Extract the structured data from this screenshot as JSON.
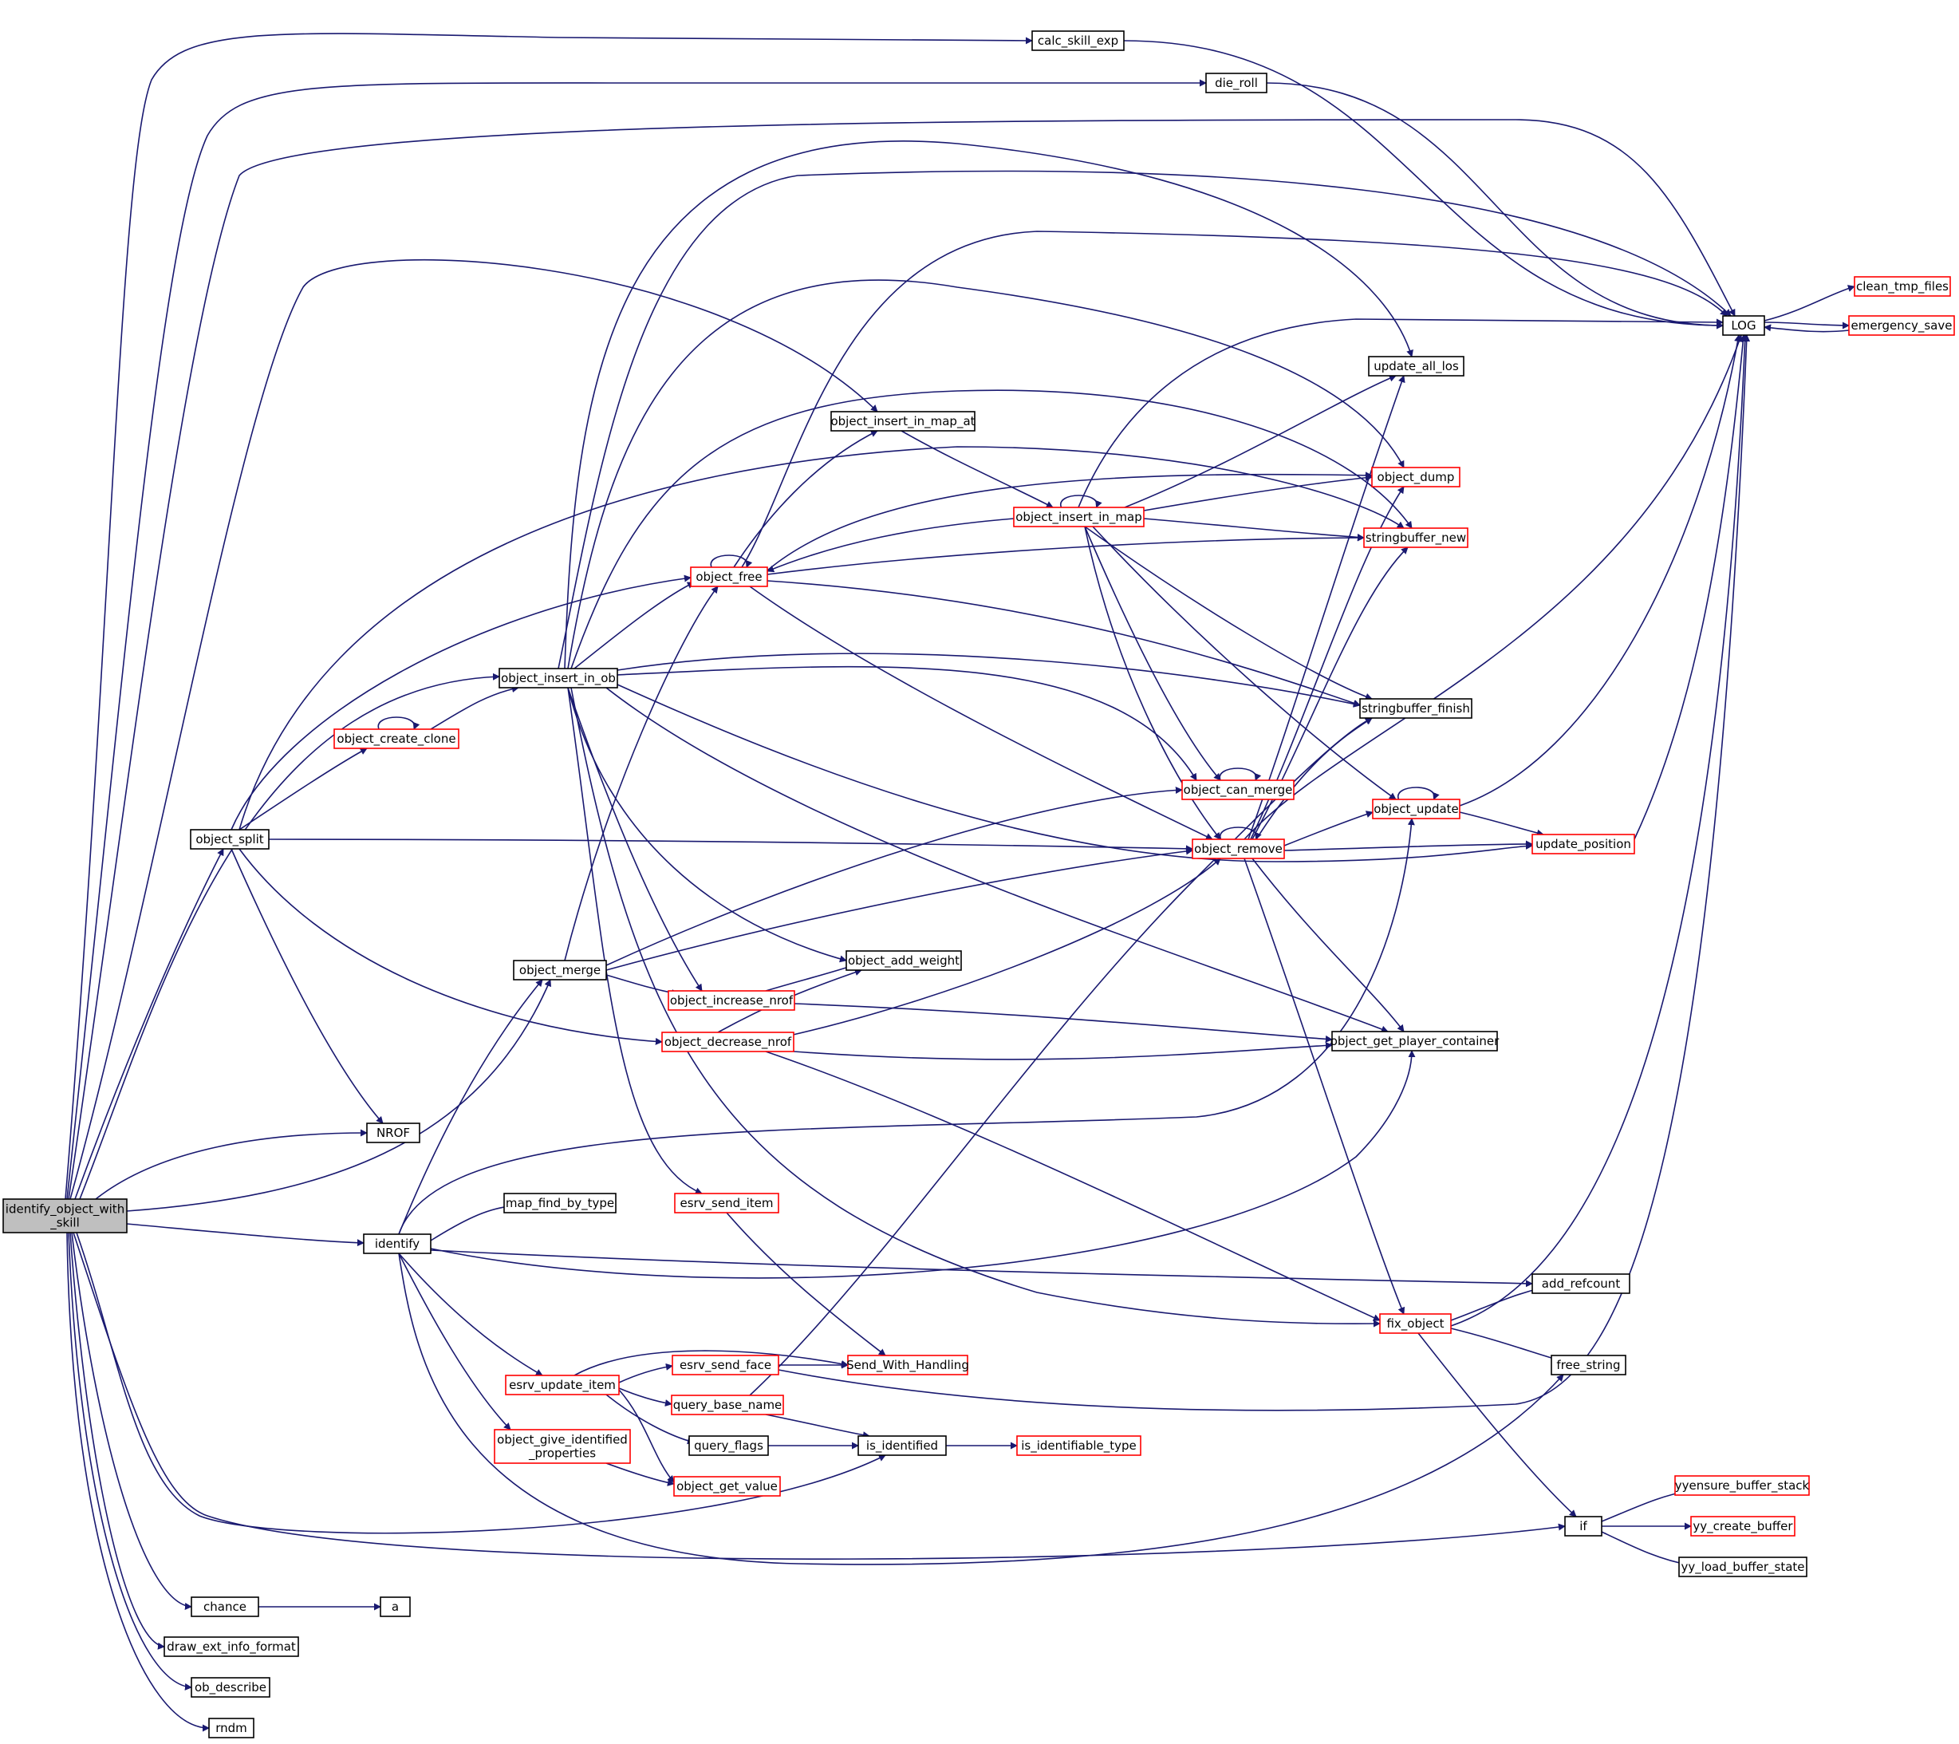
{
  "colors": {
    "edge": "#191970",
    "normal_border": "#000000",
    "truncated_border": "#ff0000",
    "root_fill": "#bfbfbf",
    "node_fill": "#ffffff"
  },
  "nodes": [
    {
      "id": "root",
      "lines": [
        "identify_object_with",
        "_skill"
      ],
      "style": "root"
    },
    {
      "id": "calc_skill_exp",
      "lines": [
        "calc_skill_exp"
      ],
      "style": "normal"
    },
    {
      "id": "die_roll",
      "lines": [
        "die_roll"
      ],
      "style": "normal"
    },
    {
      "id": "LOG",
      "lines": [
        "LOG"
      ],
      "style": "normal"
    },
    {
      "id": "clean_tmp_files",
      "lines": [
        "clean_tmp_files"
      ],
      "style": "truncated"
    },
    {
      "id": "emergency_save",
      "lines": [
        "emergency_save"
      ],
      "style": "truncated"
    },
    {
      "id": "update_all_los",
      "lines": [
        "update_all_los"
      ],
      "style": "normal"
    },
    {
      "id": "object_insert_in_map_at",
      "lines": [
        "object_insert_in_map_at"
      ],
      "style": "normal"
    },
    {
      "id": "object_dump",
      "lines": [
        "object_dump"
      ],
      "style": "truncated"
    },
    {
      "id": "object_insert_in_map",
      "lines": [
        "object_insert_in_map"
      ],
      "style": "truncated"
    },
    {
      "id": "stringbuffer_new",
      "lines": [
        "stringbuffer_new"
      ],
      "style": "truncated"
    },
    {
      "id": "object_free",
      "lines": [
        "object_free"
      ],
      "style": "truncated"
    },
    {
      "id": "object_insert_in_ob",
      "lines": [
        "object_insert_in_ob"
      ],
      "style": "normal"
    },
    {
      "id": "stringbuffer_finish",
      "lines": [
        "stringbuffer_finish"
      ],
      "style": "normal"
    },
    {
      "id": "object_create_clone",
      "lines": [
        "object_create_clone"
      ],
      "style": "truncated"
    },
    {
      "id": "object_can_merge",
      "lines": [
        "object_can_merge"
      ],
      "style": "truncated"
    },
    {
      "id": "object_update",
      "lines": [
        "object_update"
      ],
      "style": "truncated"
    },
    {
      "id": "object_split",
      "lines": [
        "object_split"
      ],
      "style": "normal"
    },
    {
      "id": "object_remove",
      "lines": [
        "object_remove"
      ],
      "style": "truncated"
    },
    {
      "id": "update_position",
      "lines": [
        "update_position"
      ],
      "style": "truncated"
    },
    {
      "id": "object_merge",
      "lines": [
        "object_merge"
      ],
      "style": "normal"
    },
    {
      "id": "object_add_weight",
      "lines": [
        "object_add_weight"
      ],
      "style": "normal"
    },
    {
      "id": "object_increase_nrof",
      "lines": [
        "object_increase_nrof"
      ],
      "style": "truncated"
    },
    {
      "id": "object_decrease_nrof",
      "lines": [
        "object_decrease_nrof"
      ],
      "style": "truncated"
    },
    {
      "id": "object_get_player_container",
      "lines": [
        "object_get_player_container"
      ],
      "style": "normal"
    },
    {
      "id": "NROF",
      "lines": [
        "NROF"
      ],
      "style": "normal"
    },
    {
      "id": "map_find_by_type",
      "lines": [
        "map_find_by_type"
      ],
      "style": "normal"
    },
    {
      "id": "esrv_send_item",
      "lines": [
        "esrv_send_item"
      ],
      "style": "truncated"
    },
    {
      "id": "identify",
      "lines": [
        "identify"
      ],
      "style": "normal"
    },
    {
      "id": "add_refcount",
      "lines": [
        "add_refcount"
      ],
      "style": "normal"
    },
    {
      "id": "fix_object",
      "lines": [
        "fix_object"
      ],
      "style": "truncated"
    },
    {
      "id": "esrv_send_face",
      "lines": [
        "esrv_send_face"
      ],
      "style": "truncated"
    },
    {
      "id": "Send_With_Handling",
      "lines": [
        "Send_With_Handling"
      ],
      "style": "truncated"
    },
    {
      "id": "esrv_update_item",
      "lines": [
        "esrv_update_item"
      ],
      "style": "truncated"
    },
    {
      "id": "free_string",
      "lines": [
        "free_string"
      ],
      "style": "normal"
    },
    {
      "id": "query_base_name",
      "lines": [
        "query_base_name"
      ],
      "style": "truncated"
    },
    {
      "id": "object_give_identified_properties",
      "lines": [
        "object_give_identified",
        "_properties"
      ],
      "style": "truncated"
    },
    {
      "id": "query_flags",
      "lines": [
        "query_flags"
      ],
      "style": "normal"
    },
    {
      "id": "is_identified",
      "lines": [
        "is_identified"
      ],
      "style": "normal"
    },
    {
      "id": "is_identifiable_type",
      "lines": [
        "is_identifiable_type"
      ],
      "style": "truncated"
    },
    {
      "id": "object_get_value",
      "lines": [
        "object_get_value"
      ],
      "style": "truncated"
    },
    {
      "id": "yyensure_buffer_stack",
      "lines": [
        "yyensure_buffer_stack"
      ],
      "style": "truncated"
    },
    {
      "id": "if",
      "lines": [
        "if"
      ],
      "style": "normal"
    },
    {
      "id": "yy_create_buffer",
      "lines": [
        "yy_create_buffer"
      ],
      "style": "truncated"
    },
    {
      "id": "yy_load_buffer_state",
      "lines": [
        "yy_load_buffer_state"
      ],
      "style": "normal"
    },
    {
      "id": "chance",
      "lines": [
        "chance"
      ],
      "style": "normal"
    },
    {
      "id": "a",
      "lines": [
        "a"
      ],
      "style": "normal"
    },
    {
      "id": "draw_ext_info_format",
      "lines": [
        "draw_ext_info_format"
      ],
      "style": "normal"
    },
    {
      "id": "ob_describe",
      "lines": [
        "ob_describe"
      ],
      "style": "normal"
    },
    {
      "id": "rndm",
      "lines": [
        "rndm"
      ],
      "style": "normal"
    }
  ],
  "edges": [
    {
      "from": "root",
      "to": "calc_skill_exp"
    },
    {
      "from": "root",
      "to": "die_roll"
    },
    {
      "from": "root",
      "to": "LOG"
    },
    {
      "from": "root",
      "to": "object_insert_in_map_at"
    },
    {
      "from": "root",
      "to": "object_insert_in_ob"
    },
    {
      "from": "root",
      "to": "object_split"
    },
    {
      "from": "root",
      "to": "NROF"
    },
    {
      "from": "root",
      "to": "object_merge"
    },
    {
      "from": "root",
      "to": "identify"
    },
    {
      "from": "root",
      "to": "is_identified"
    },
    {
      "from": "root",
      "to": "if"
    },
    {
      "from": "root",
      "to": "chance"
    },
    {
      "from": "root",
      "to": "draw_ext_info_format"
    },
    {
      "from": "root",
      "to": "ob_describe"
    },
    {
      "from": "root",
      "to": "rndm"
    },
    {
      "from": "calc_skill_exp",
      "to": "LOG"
    },
    {
      "from": "die_roll",
      "to": "LOG"
    },
    {
      "from": "LOG",
      "to": "clean_tmp_files"
    },
    {
      "from": "LOG",
      "to": "emergency_save"
    },
    {
      "from": "emergency_save",
      "to": "LOG"
    },
    {
      "from": "object_insert_in_map_at",
      "to": "object_insert_in_map"
    },
    {
      "from": "object_insert_in_map",
      "to": "object_insert_in_map"
    },
    {
      "from": "object_insert_in_map",
      "to": "LOG"
    },
    {
      "from": "object_insert_in_map",
      "to": "update_all_los"
    },
    {
      "from": "object_insert_in_map",
      "to": "object_dump"
    },
    {
      "from": "object_insert_in_map",
      "to": "stringbuffer_new"
    },
    {
      "from": "object_insert_in_map",
      "to": "object_free"
    },
    {
      "from": "object_insert_in_map",
      "to": "stringbuffer_finish"
    },
    {
      "from": "object_insert_in_map",
      "to": "object_can_merge"
    },
    {
      "from": "object_insert_in_map",
      "to": "object_update"
    },
    {
      "from": "object_insert_in_map",
      "to": "object_remove"
    },
    {
      "from": "object_free",
      "to": "object_free"
    },
    {
      "from": "object_free",
      "to": "LOG"
    },
    {
      "from": "object_free",
      "to": "object_insert_in_map_at"
    },
    {
      "from": "object_free",
      "to": "object_dump"
    },
    {
      "from": "object_free",
      "to": "stringbuffer_new"
    },
    {
      "from": "object_free",
      "to": "stringbuffer_finish"
    },
    {
      "from": "object_free",
      "to": "object_remove"
    },
    {
      "from": "object_insert_in_ob",
      "to": "LOG"
    },
    {
      "from": "object_insert_in_ob",
      "to": "update_all_los"
    },
    {
      "from": "object_insert_in_ob",
      "to": "object_dump"
    },
    {
      "from": "object_insert_in_ob",
      "to": "stringbuffer_new"
    },
    {
      "from": "object_insert_in_ob",
      "to": "object_free"
    },
    {
      "from": "object_insert_in_ob",
      "to": "stringbuffer_finish"
    },
    {
      "from": "object_insert_in_ob",
      "to": "object_can_merge"
    },
    {
      "from": "object_insert_in_ob",
      "to": "update_position"
    },
    {
      "from": "object_insert_in_ob",
      "to": "object_add_weight"
    },
    {
      "from": "object_insert_in_ob",
      "to": "object_increase_nrof"
    },
    {
      "from": "object_insert_in_ob",
      "to": "object_get_player_container"
    },
    {
      "from": "object_insert_in_ob",
      "to": "esrv_send_item"
    },
    {
      "from": "object_insert_in_ob",
      "to": "fix_object"
    },
    {
      "from": "object_create_clone",
      "to": "object_create_clone"
    },
    {
      "from": "object_create_clone",
      "to": "object_insert_in_ob"
    },
    {
      "from": "object_can_merge",
      "to": "object_can_merge"
    },
    {
      "from": "object_update",
      "to": "object_update"
    },
    {
      "from": "object_update",
      "to": "LOG"
    },
    {
      "from": "object_update",
      "to": "update_position"
    },
    {
      "from": "object_split",
      "to": "object_free"
    },
    {
      "from": "object_split",
      "to": "object_create_clone"
    },
    {
      "from": "object_split",
      "to": "object_remove"
    },
    {
      "from": "object_split",
      "to": "object_decrease_nrof"
    },
    {
      "from": "object_split",
      "to": "NROF"
    },
    {
      "from": "object_split",
      "to": "stringbuffer_new"
    },
    {
      "from": "object_remove",
      "to": "object_remove"
    },
    {
      "from": "object_remove",
      "to": "LOG"
    },
    {
      "from": "object_remove",
      "to": "update_all_los"
    },
    {
      "from": "object_remove",
      "to": "object_dump"
    },
    {
      "from": "object_remove",
      "to": "stringbuffer_new"
    },
    {
      "from": "object_remove",
      "to": "stringbuffer_finish"
    },
    {
      "from": "object_remove",
      "to": "object_update"
    },
    {
      "from": "object_remove",
      "to": "update_position"
    },
    {
      "from": "object_remove",
      "to": "object_get_player_container"
    },
    {
      "from": "object_remove",
      "to": "fix_object"
    },
    {
      "from": "update_position",
      "to": "LOG"
    },
    {
      "from": "object_merge",
      "to": "object_free"
    },
    {
      "from": "object_merge",
      "to": "object_can_merge"
    },
    {
      "from": "object_merge",
      "to": "object_remove"
    },
    {
      "from": "object_merge",
      "to": "object_increase_nrof"
    },
    {
      "from": "object_increase_nrof",
      "to": "object_add_weight"
    },
    {
      "from": "object_increase_nrof",
      "to": "object_get_player_container"
    },
    {
      "from": "object_decrease_nrof",
      "to": "object_add_weight"
    },
    {
      "from": "object_decrease_nrof",
      "to": "object_remove"
    },
    {
      "from": "object_decrease_nrof",
      "to": "object_get_player_container"
    },
    {
      "from": "object_decrease_nrof",
      "to": "fix_object"
    },
    {
      "from": "esrv_send_item",
      "to": "Send_With_Handling"
    },
    {
      "from": "identify",
      "to": "object_merge"
    },
    {
      "from": "identify",
      "to": "map_find_by_type"
    },
    {
      "from": "identify",
      "to": "object_update"
    },
    {
      "from": "identify",
      "to": "object_get_player_container"
    },
    {
      "from": "identify",
      "to": "add_refcount"
    },
    {
      "from": "identify",
      "to": "esrv_update_item"
    },
    {
      "from": "identify",
      "to": "object_give_identified_properties"
    },
    {
      "from": "identify",
      "to": "free_string"
    },
    {
      "from": "fix_object",
      "to": "LOG"
    },
    {
      "from": "fix_object",
      "to": "add_refcount"
    },
    {
      "from": "fix_object",
      "to": "free_string"
    },
    {
      "from": "fix_object",
      "to": "if"
    },
    {
      "from": "esrv_send_face",
      "to": "Send_With_Handling"
    },
    {
      "from": "esrv_send_face",
      "to": "LOG"
    },
    {
      "from": "esrv_update_item",
      "to": "Send_With_Handling"
    },
    {
      "from": "esrv_update_item",
      "to": "esrv_send_face"
    },
    {
      "from": "esrv_update_item",
      "to": "query_base_name"
    },
    {
      "from": "esrv_update_item",
      "to": "query_flags"
    },
    {
      "from": "esrv_update_item",
      "to": "object_get_value"
    },
    {
      "from": "query_base_name",
      "to": "stringbuffer_finish"
    },
    {
      "from": "query_base_name",
      "to": "is_identified"
    },
    {
      "from": "object_give_identified_properties",
      "to": "object_get_value"
    },
    {
      "from": "query_flags",
      "to": "is_identified"
    },
    {
      "from": "is_identified",
      "to": "is_identifiable_type"
    },
    {
      "from": "if",
      "to": "yyensure_buffer_stack"
    },
    {
      "from": "if",
      "to": "yy_create_buffer"
    },
    {
      "from": "if",
      "to": "yy_load_buffer_state"
    },
    {
      "from": "chance",
      "to": "a"
    }
  ]
}
